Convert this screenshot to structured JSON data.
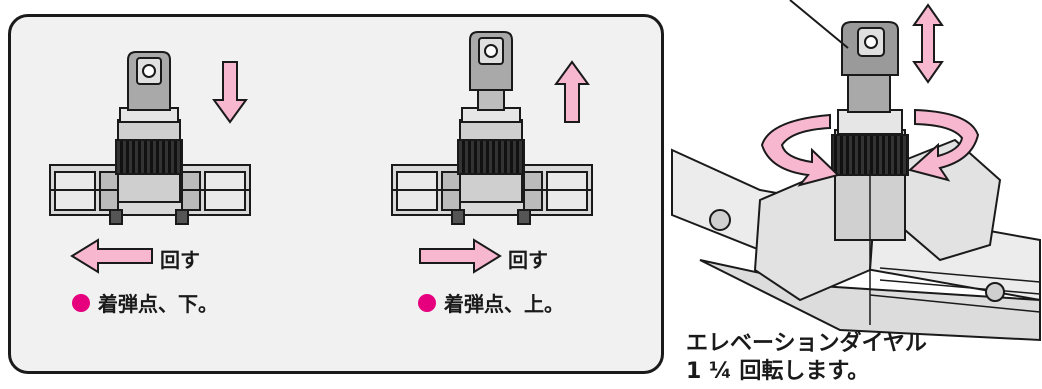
{
  "panel": {
    "left_state": {
      "rotate_label": "回す",
      "effect": "着弾点、下。"
    },
    "right_state": {
      "rotate_label": "回す",
      "effect": "着弾点、上。"
    }
  },
  "callout": {
    "line1": "エレベーションダイヤル",
    "line2": "1 ¼ 回転します。"
  },
  "colors": {
    "arrow_pink": "#f7b8cf",
    "dot_magenta": "#e6007e",
    "outline": "#1a1a1a",
    "panel_bg": "#f1f1f1"
  }
}
